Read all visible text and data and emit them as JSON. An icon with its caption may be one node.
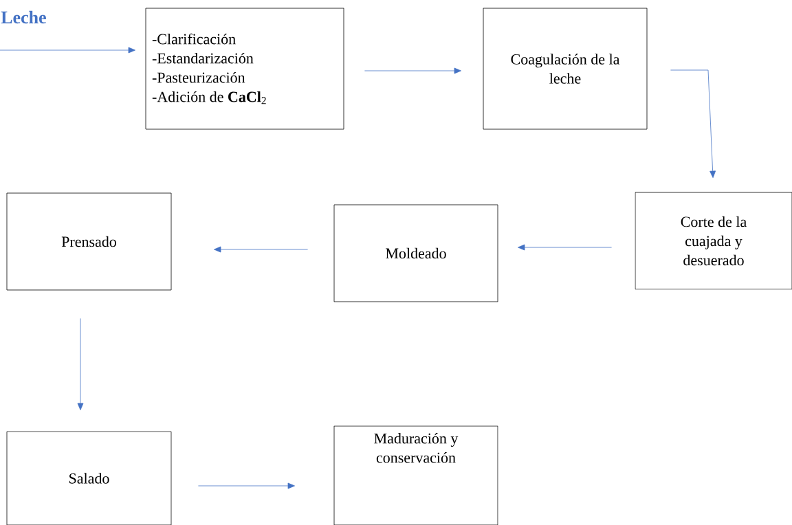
{
  "diagram": {
    "nodes": [
      {
        "text": [
          "Leche"
        ]
      },
      {
        "text": [
          "-Clarificación",
          "-Estandarización",
          "-Pasteurización",
          "-Adición de **CaCl**$_{2}$"
        ]
      },
      {
        "text": [
          "Coagulación de la leche"
        ]
      },
      {
        "text": [
          "Corte de la cuajada y desuerado"
        ]
      },
      {
        "text": [
          "Moldeado"
        ]
      },
      {
        "text": [
          "Prensado"
        ]
      },
      {
        "text": [
          "Salado"
        ]
      },
      {
        "text": [
          "Maduración y conservación"
        ]
      }
    ],
    "edges": [
      {
        "from": 0,
        "to": 1,
        "arrow": "to"
      },
      {
        "from": 1,
        "to": 2,
        "arrow": "to"
      },
      {
        "from": 2,
        "to": 3,
        "arrow": "to"
      },
      {
        "from": 3,
        "to": 4,
        "arrow": "to"
      },
      {
        "from": 4,
        "to": 5,
        "arrow": "to"
      },
      {
        "from": 5,
        "to": 6,
        "arrow": "to"
      },
      {
        "from": 6,
        "to": 7,
        "arrow": "to"
      }
    ]
  }
}
